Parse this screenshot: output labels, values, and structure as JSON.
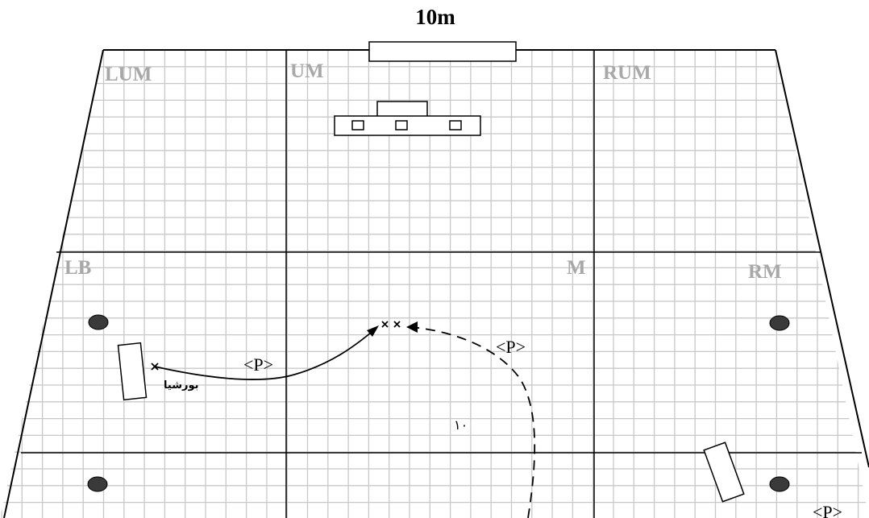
{
  "title": "10m",
  "zones": {
    "lum": "LUM",
    "um": "UM",
    "rum": "RUM",
    "lb": "LB",
    "m": "M",
    "rm": "RM"
  },
  "paths": {
    "solid_label": "<P>",
    "dashed_label": "<P>",
    "edge_label": "<P>"
  },
  "actor_label": "بورشيا",
  "number_label": "١٠",
  "colors": {
    "grid": "#c8c8c8",
    "zone_text": "#a8a8a8",
    "lines": "#000000",
    "marker": "#3a3a3a"
  }
}
